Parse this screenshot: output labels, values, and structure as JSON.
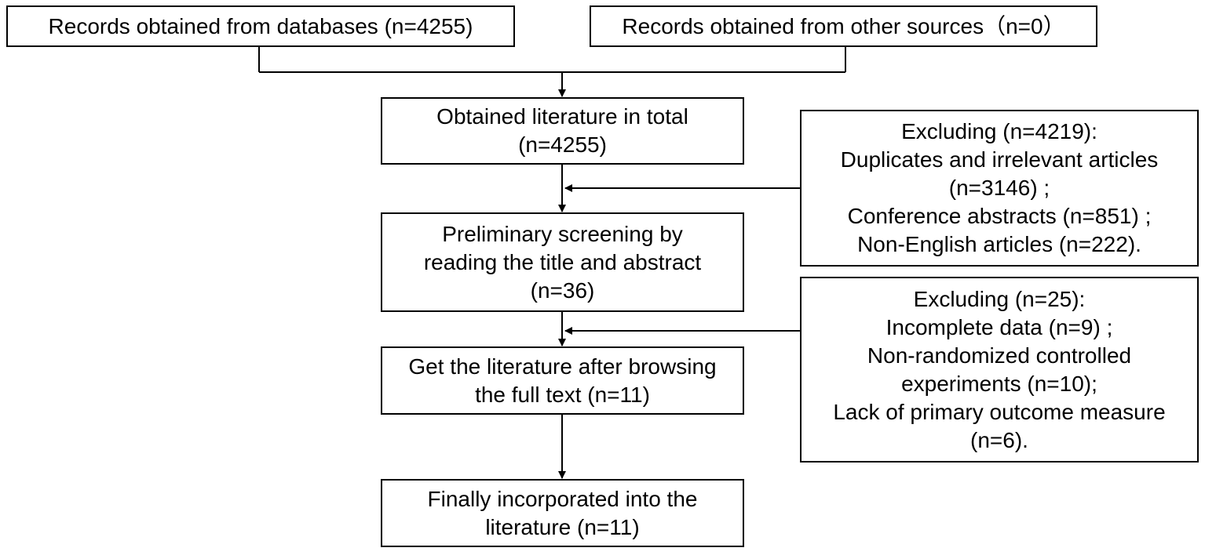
{
  "sources": {
    "databases": "Records obtained from databases (n=4255)",
    "other": "Records obtained from other sources（n=0）"
  },
  "flow": {
    "total": [
      "Obtained literature in total",
      "(n=4255)"
    ],
    "screening": [
      "Preliminary screening by",
      "reading the title and abstract",
      "(n=36)"
    ],
    "fulltext": [
      "Get the literature after browsing",
      "the full text (n=11)"
    ],
    "final": [
      "Finally incorporated into the",
      "literature (n=11)"
    ]
  },
  "exclusions": {
    "first": [
      "Excluding (n=4219):",
      "Duplicates and irrelevant articles",
      "(n=3146) ;",
      "Conference abstracts (n=851) ;",
      "Non-English articles (n=222)."
    ],
    "second": [
      "Excluding (n=25):",
      "Incomplete data (n=9) ;",
      "Non-randomized controlled",
      "experiments (n=10);",
      "Lack of primary outcome measure",
      "(n=6)."
    ]
  }
}
